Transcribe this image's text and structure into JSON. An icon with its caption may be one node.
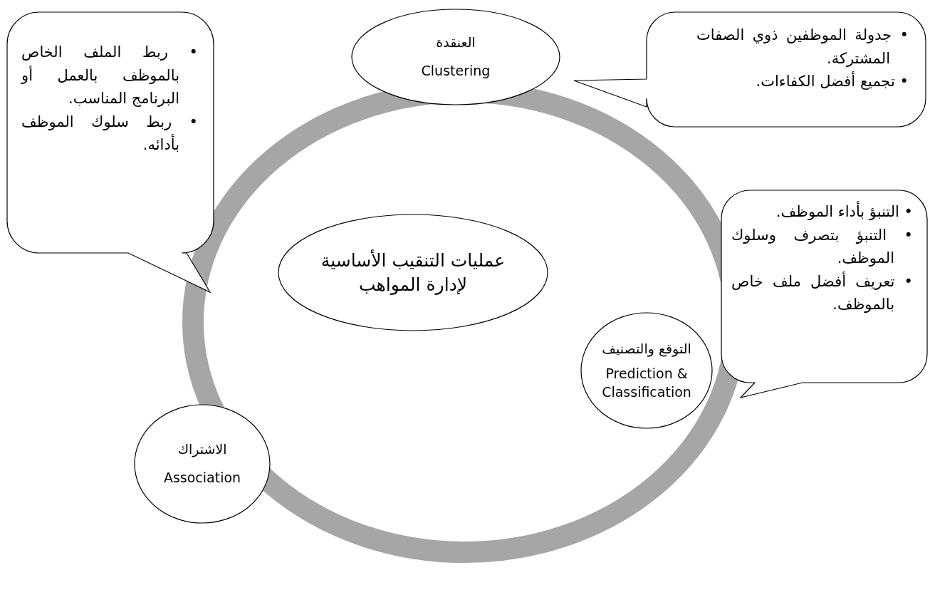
{
  "diagram": {
    "nodes": [
      {
        "text": [
          "عمليات التنقيب الأساسية لإدارة المواهب"
        ]
      },
      {
        "text": [
          "العنقدة",
          "Clustering"
        ]
      },
      {
        "text": [
          "التوقع والتصنيف",
          "Prediction & Classification"
        ]
      },
      {
        "text": [
          "الاشتراك",
          "Association"
        ]
      },
      {
        "text": [
          "• جدولة الموظفين ذوي الصفات المشتركة.",
          "• تجميع أفضل الكفاءات."
        ]
      },
      {
        "text": [
          "• التنبؤ بأداء الموظف.",
          "• التنبؤ بتصرف وسلوك الموظف.",
          "• تعريف أفضل ملف خاص بالموظف."
        ]
      },
      {
        "text": [
          "• ربط الملف الخاص بالموظف بالعمل أو البرنامج المناسب.",
          "• ربط سلوك الموظف بأدائه."
        ]
      }
    ]
  }
}
